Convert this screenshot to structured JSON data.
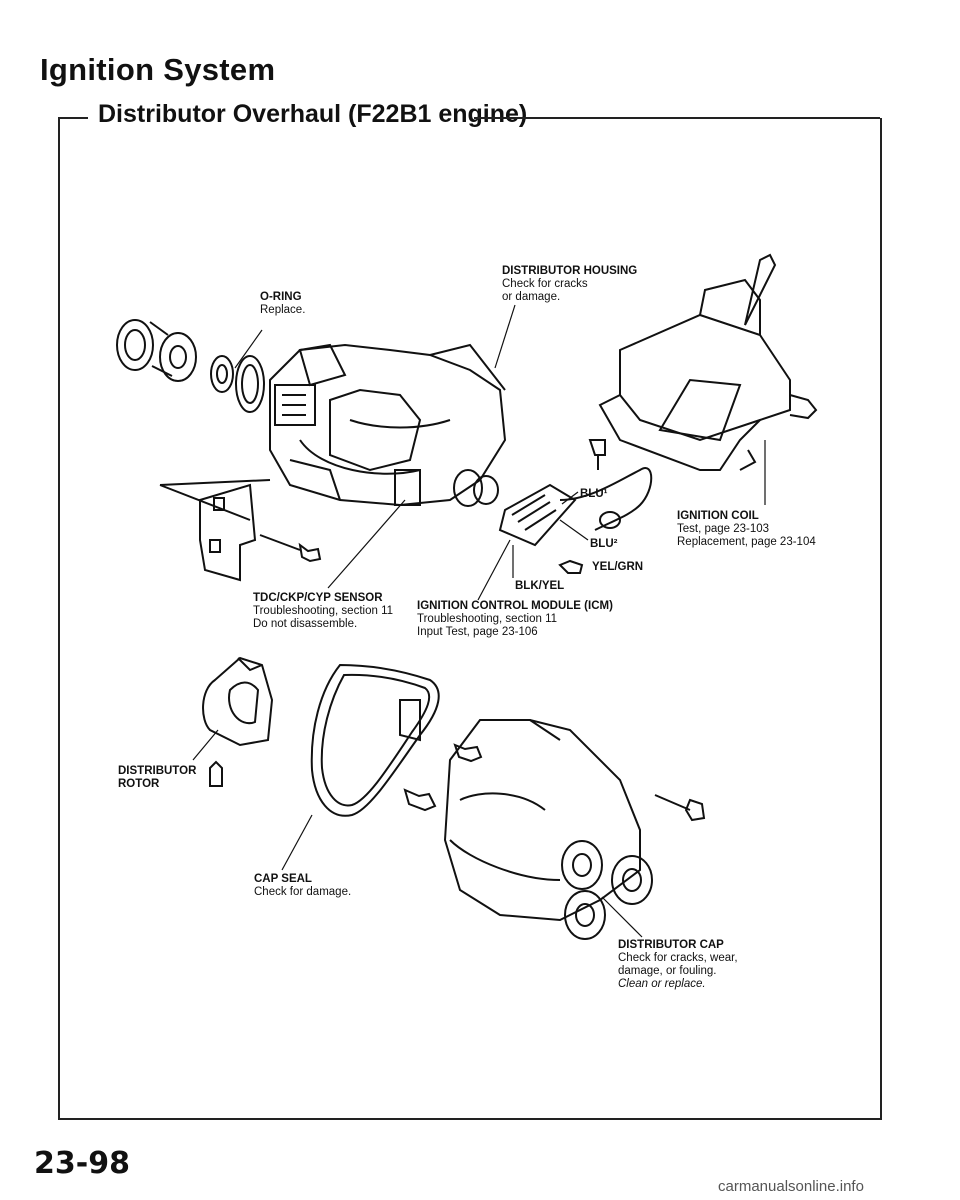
{
  "header": {
    "section": "Ignition System",
    "title": "Distributor Overhaul (F22B1 engine)"
  },
  "labels": {
    "housing": {
      "title": "DISTRIBUTOR HOUSING",
      "l1": "Check for cracks",
      "l2": "or damage."
    },
    "oring": {
      "title": "O-RING",
      "l1": "Replace."
    },
    "coil": {
      "title": "IGNITION COIL",
      "l1": "Test, page 23-103",
      "l2": "Replacement, page 23-104"
    },
    "blu1": "BLU¹",
    "blu2": "BLU²",
    "yelgrn": "YEL/GRN",
    "blkyel": "BLK/YEL",
    "sensor": {
      "title": "TDC/CKP/CYP SENSOR",
      "l1": "Troubleshooting, section 11",
      "l2": "Do not disassemble."
    },
    "icm": {
      "title": "IGNITION CONTROL MODULE (ICM)",
      "l1": "Troubleshooting, section 11",
      "l2": "Input Test, page 23-106"
    },
    "rotor": {
      "l1": "DISTRIBUTOR",
      "l2": "ROTOR"
    },
    "capseal": {
      "title": "CAP SEAL",
      "l1": "Check for damage."
    },
    "cap": {
      "title": "DISTRIBUTOR CAP",
      "l1": "Check for cracks, wear,",
      "l2": "damage, or fouling.",
      "l3": "Clean or replace."
    }
  },
  "footer": {
    "page": "23-98",
    "watermark": "carmanualsonline.info"
  }
}
